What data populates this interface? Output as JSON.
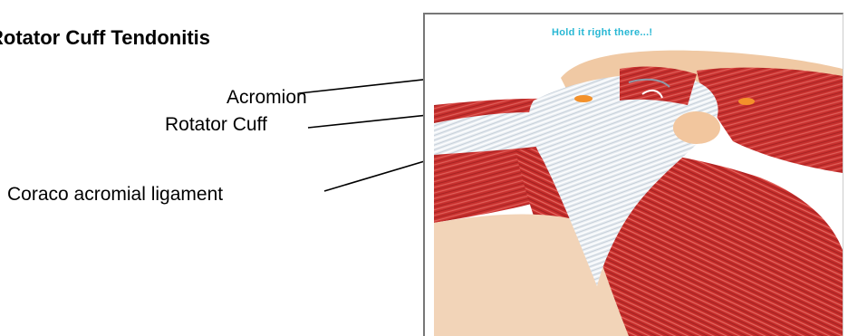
{
  "title": "Rotator Cuff Tendonitis",
  "labels": {
    "acromion": "Acromion",
    "rotator_cuff": "Rotator Cuff",
    "coraco_acromial_ligament": "Coraco acromial  ligament"
  },
  "illustration": {
    "caption": "Hold it right there...!"
  },
  "colors": {
    "muscle": "#c8302e",
    "tendon": "#eef2f6",
    "bone": "#f0c9a4",
    "caption": "#27b7d4"
  }
}
